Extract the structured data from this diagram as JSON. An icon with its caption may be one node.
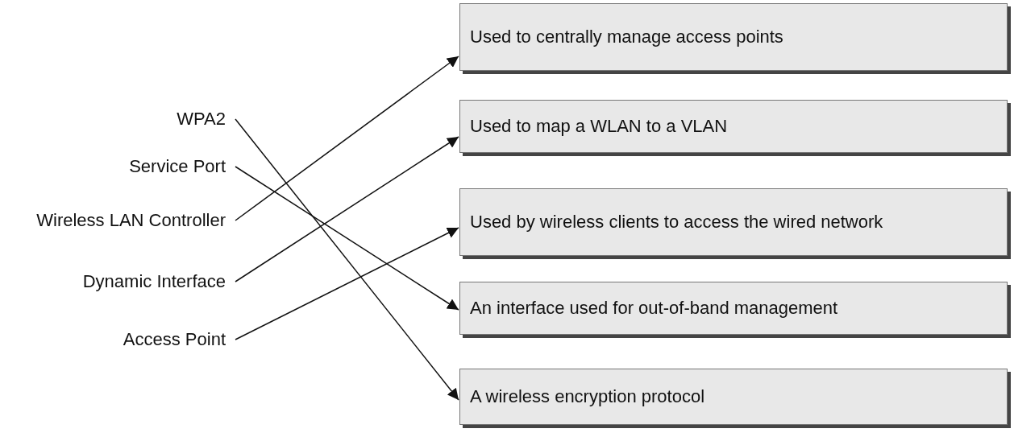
{
  "diagram": {
    "nodes": [
      {
        "text": [
          "WPA2"
        ]
      },
      {
        "text": [
          "Service Port"
        ]
      },
      {
        "text": [
          "Wireless LAN Controller"
        ]
      },
      {
        "text": [
          "Dynamic Interface"
        ]
      },
      {
        "text": [
          "Access Point"
        ]
      },
      {
        "text": [
          "Used to centrally manage access points"
        ]
      },
      {
        "text": [
          "Used to map a WLAN to a VLAN"
        ]
      },
      {
        "text": [
          "Used by wireless clients to access the wired network"
        ]
      },
      {
        "text": [
          "An interface used for out-of-band management"
        ]
      },
      {
        "text": [
          "A wireless encryption protocol"
        ]
      }
    ],
    "edges": [
      {
        "from": 0,
        "to": 9,
        "arrow": "to"
      },
      {
        "from": 1,
        "to": 8,
        "arrow": "to"
      },
      {
        "from": 2,
        "to": 5,
        "arrow": "to"
      },
      {
        "from": 3,
        "to": 6,
        "arrow": "to"
      },
      {
        "from": 4,
        "to": 7,
        "arrow": "to"
      }
    ]
  }
}
